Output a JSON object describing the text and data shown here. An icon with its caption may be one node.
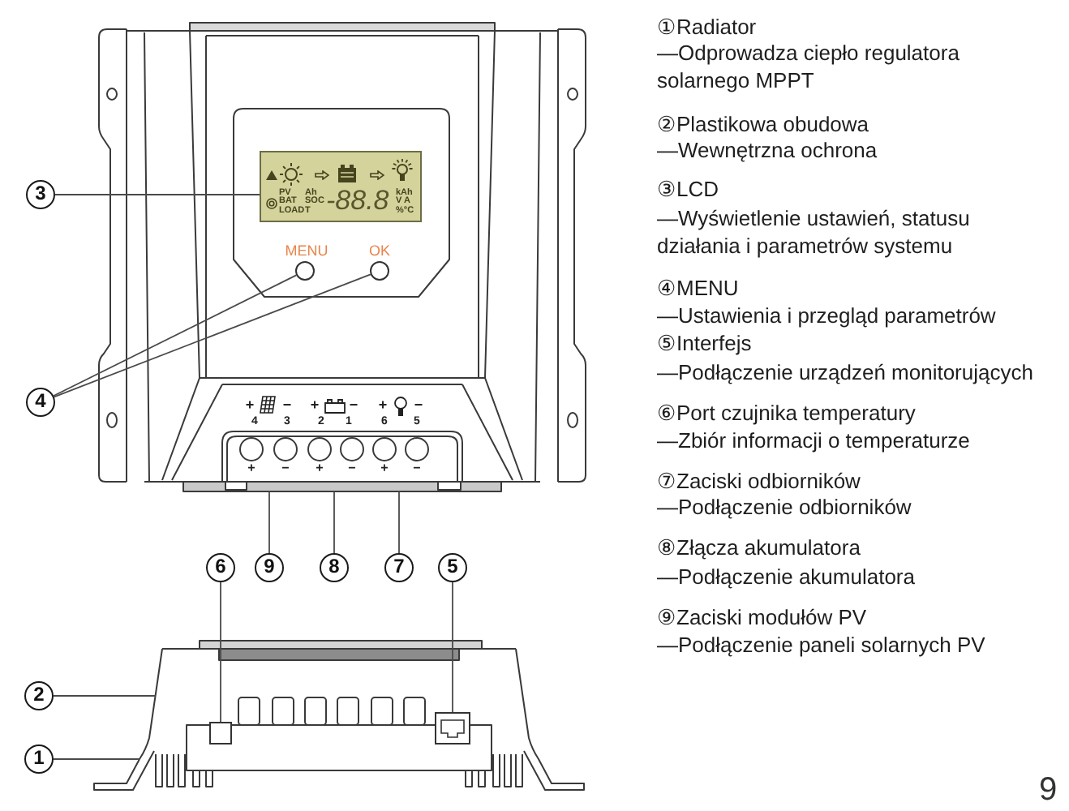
{
  "diagram": {
    "nodes": [
      {
        "text": [
          "3"
        ]
      },
      {
        "text": [
          "PV BAT LOAD",
          "Ah SOC T",
          "-88.8",
          "kAh V A %°C"
        ]
      },
      {
        "text": [],
        "shape": "circle",
        "beside": [
          "MENU"
        ]
      },
      {
        "text": [],
        "shape": "circle",
        "beside": [
          "OK"
        ]
      },
      {
        "text": [
          "4"
        ]
      },
      {
        "text": [
          "6"
        ]
      },
      {
        "text": [
          "9"
        ]
      },
      {
        "text": [
          "8"
        ]
      },
      {
        "text": [
          "7"
        ]
      },
      {
        "text": [
          "5"
        ]
      },
      {
        "text": [
          "2"
        ]
      },
      {
        "text": [
          "1"
        ]
      },
      {
        "text": [],
        "shape": "box"
      },
      {
        "text": [],
        "shape": "box"
      }
    ],
    "edges": [
      {
        "from": 0,
        "to": 1,
        "arrow": "none"
      },
      {
        "from": 4,
        "to": 2,
        "arrow": "none"
      },
      {
        "from": 4,
        "to": 3,
        "arrow": "none"
      },
      {
        "from": 5,
        "to": 12,
        "arrow": "none"
      },
      {
        "from": 6,
        "to": null,
        "arrow": "none"
      },
      {
        "from": 7,
        "to": null,
        "arrow": "none"
      },
      {
        "from": 8,
        "to": null,
        "arrow": "none"
      },
      {
        "from": 9,
        "to": 13,
        "arrow": "none"
      },
      {
        "from": 10,
        "to": null,
        "arrow": "none"
      },
      {
        "from": 11,
        "to": null,
        "arrow": "none"
      }
    ],
    "labels": [
      "+",
      "−",
      "+",
      "−",
      "+",
      "−",
      "4",
      "3",
      "2",
      "1",
      "6",
      "5",
      "+",
      "−",
      "+",
      "−",
      "+",
      "−",
      "①Radiator",
      "—Odprowadza ciepło regulatora solarnego MPPT",
      "②Plastikowa obudowa",
      "—Wewnętrzna ochrona",
      "③LCD",
      "—Wyświetlenie ustawień, statusu działania i parametrów systemu",
      "④MENU",
      "—Ustawienia i przegląd parametrów",
      "⑤Interfejs",
      "—Podłączenie urządzeń monitorujących",
      "⑥Port czujnika temperatury",
      "—Zbiór informacji o temperaturze",
      "⑦Zaciski odbiorników",
      "—Podłączenie odbiorników",
      "⑧Złącza akumulatora",
      "—Podłączenie akumulatora",
      "⑨Zaciski modułów PV",
      "—Podłączenie paneli solarnych PV",
      "9"
    ]
  }
}
